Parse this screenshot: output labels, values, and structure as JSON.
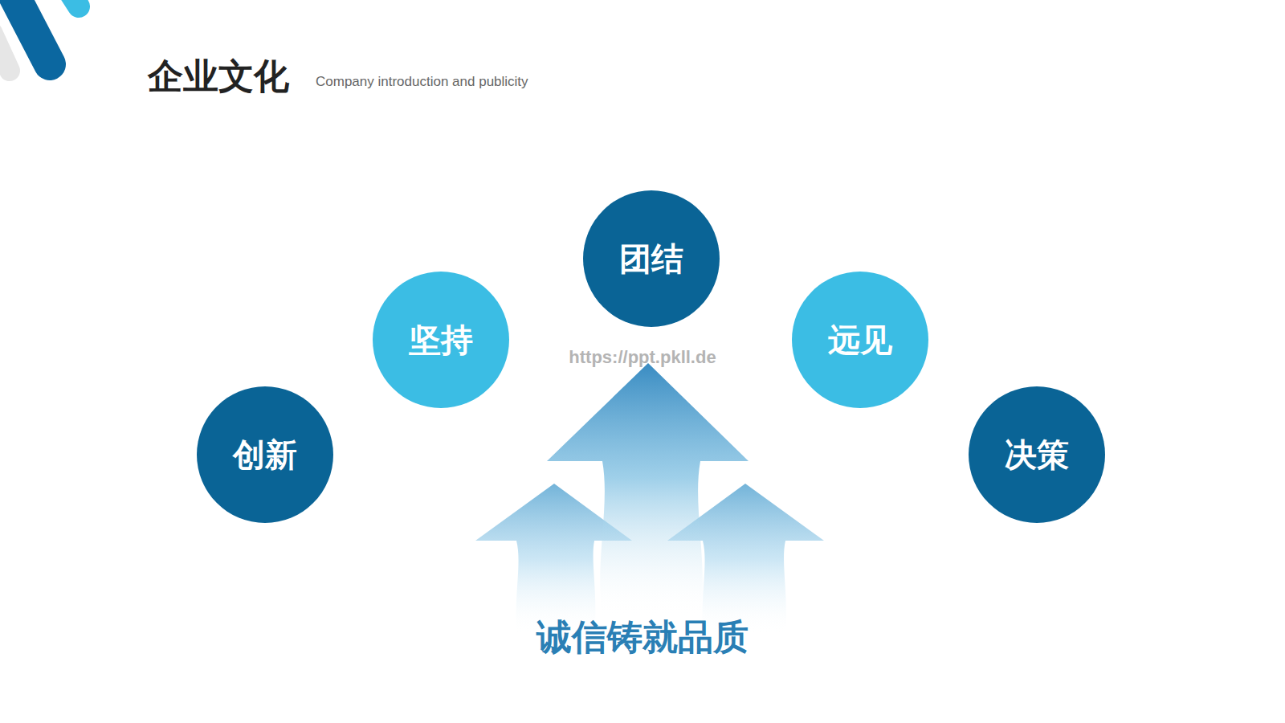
{
  "diagram": {
    "title": "企业文化",
    "nodes": [
      {
        "text": [
          "创新"
        ]
      },
      {
        "text": [
          "坚持"
        ]
      },
      {
        "text": [
          "团结"
        ]
      },
      {
        "text": [
          "远见"
        ]
      },
      {
        "text": [
          "决策"
        ]
      }
    ],
    "labels": [
      "Company introduction and publicity",
      "https://ppt.pkll.de",
      "诚信铸就品质"
    ]
  }
}
